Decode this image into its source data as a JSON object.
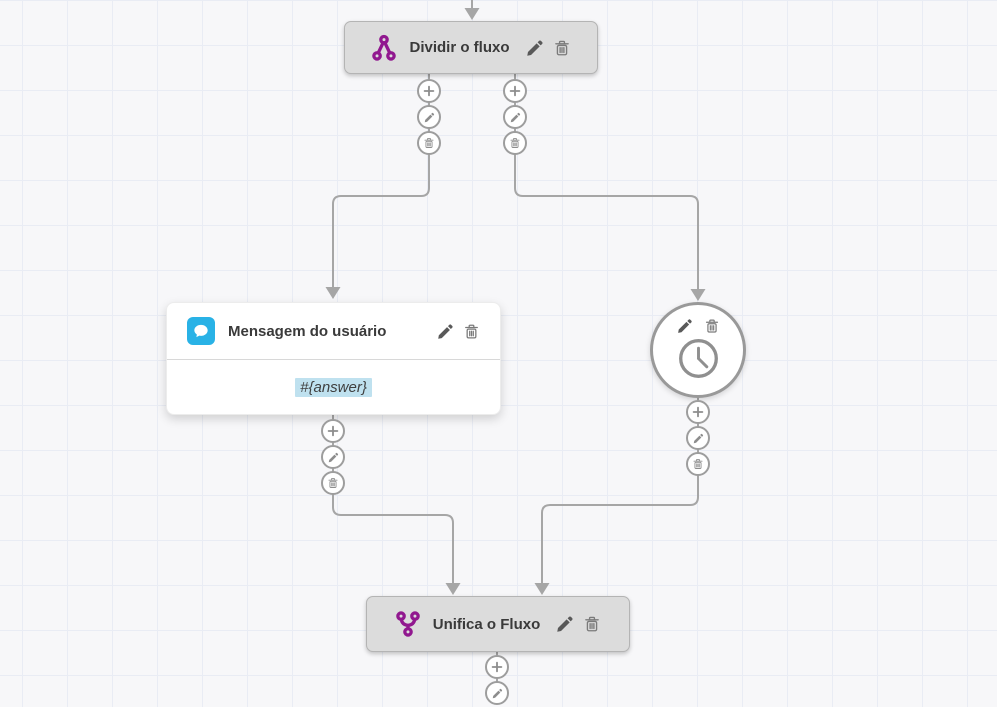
{
  "canvas": {
    "background": "#f7f7f9",
    "grid_color": "#e9ecf4"
  },
  "colors": {
    "accent_purple": "#91188f",
    "message_icon_blue": "#29b2e6",
    "variable_highlight": "#bfe1ef",
    "connector_gray": "#a6a6a6",
    "node_gray_fill": "#dcdcdc"
  },
  "nodes": {
    "split": {
      "label": "Dividir o fluxo",
      "icon": "split-flow-icon"
    },
    "user_message": {
      "label": "Mensagem do usuário",
      "icon": "chat-bubble-icon",
      "body_variable": "#{answer}"
    },
    "timer": {
      "icon": "clock-icon"
    },
    "merge": {
      "label": "Unifica o Fluxo",
      "icon": "merge-flow-icon"
    }
  },
  "icons": {
    "split-flow-icon": "branch",
    "merge-flow-icon": "merge",
    "chat-bubble-icon": "speech-bubble",
    "clock-icon": "clock",
    "plus-icon": "+",
    "edit-icon": "pencil",
    "delete-icon": "trash-can"
  }
}
